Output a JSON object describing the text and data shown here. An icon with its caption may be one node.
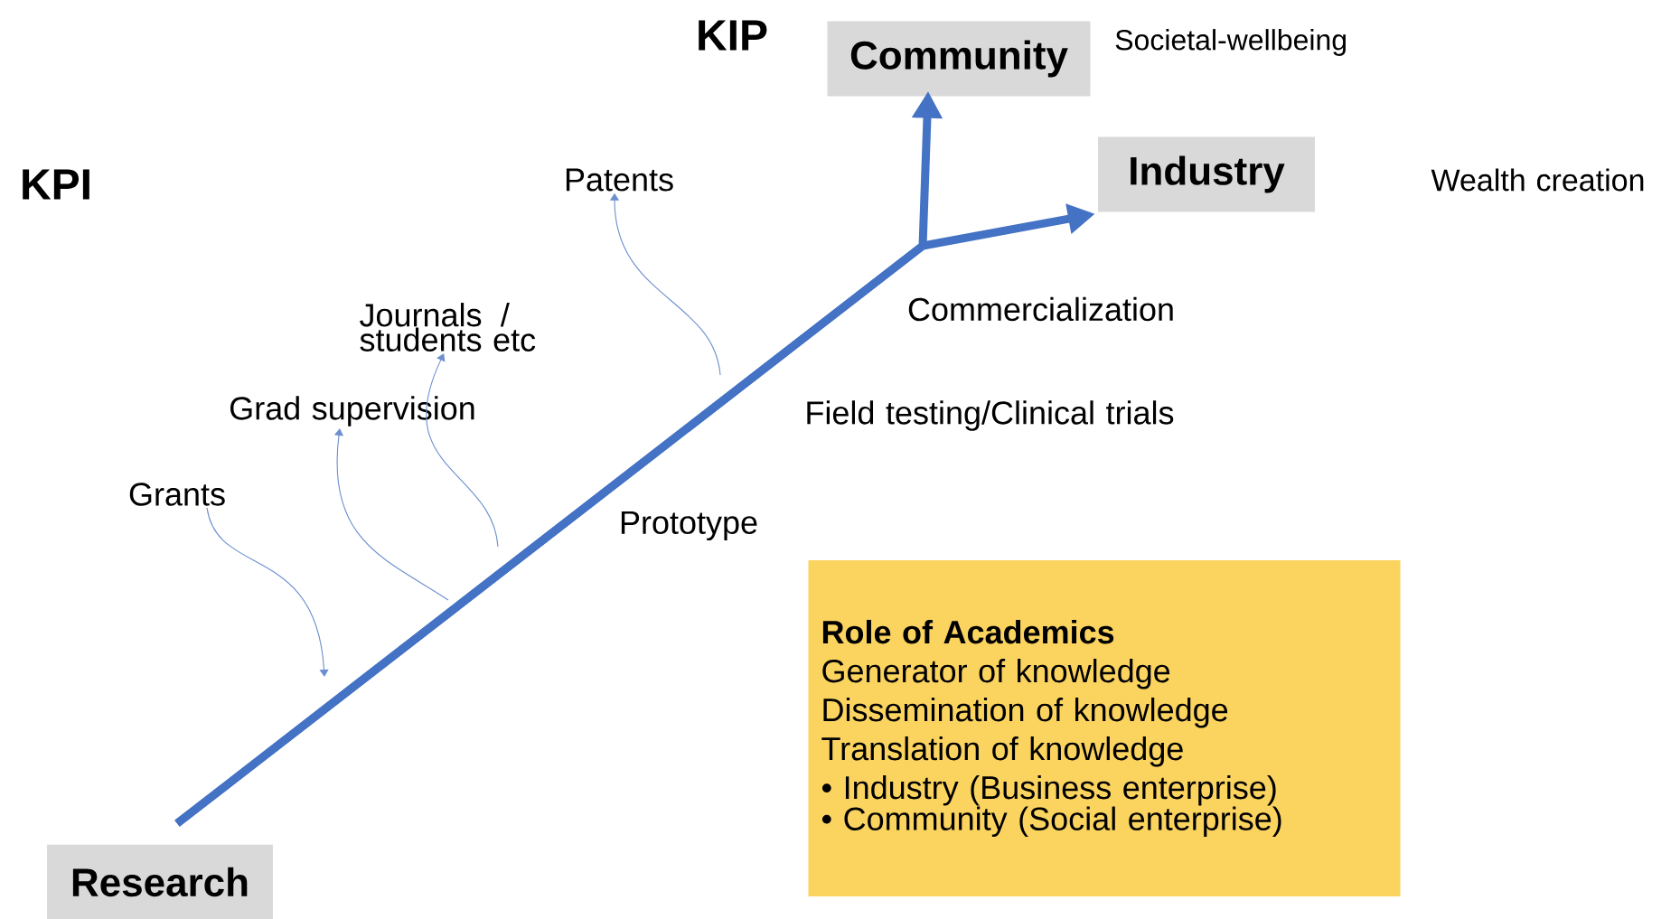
{
  "diagram": {
    "nodes": [
      {
        "text": [
          "Community"
        ],
        "beside": [
          "Societal-wellbeing"
        ]
      },
      {
        "text": [
          "Patents"
        ]
      },
      {
        "text": [
          "Industry"
        ]
      },
      {
        "text": [
          "Journals / students etc"
        ]
      },
      {
        "text": [
          "Grad supervision"
        ]
      },
      {
        "text": [
          "Grants"
        ]
      },
      {
        "text": [
          "Role of Academics",
          "Generator of knowledge",
          "Dissemination of knowledge",
          "Translation of knowledge",
          "• Industry (Business enterprise)",
          "• Community (Social enterprise)"
        ]
      },
      {
        "text": [
          "Research"
        ]
      }
    ],
    "edges": [
      {
        "from": 7,
        "to": 0,
        "arrow": "to",
        "style": "thick",
        "color": "#4472c4"
      },
      {
        "from": 7,
        "to": 2,
        "arrow": "to",
        "style": "thick",
        "color": "#4472c4"
      },
      {
        "from": null,
        "to": 1,
        "arrow": "to"
      },
      {
        "from": null,
        "to": 3,
        "arrow": "to"
      },
      {
        "from": null,
        "to": 4,
        "arrow": "to"
      },
      {
        "from": 5,
        "to": null,
        "arrow": "to"
      }
    ],
    "labels": [
      "KIP",
      "KPI",
      "Wealth creation",
      "Commercialization",
      "Field testing/Clinical trials",
      "Prototype"
    ]
  }
}
